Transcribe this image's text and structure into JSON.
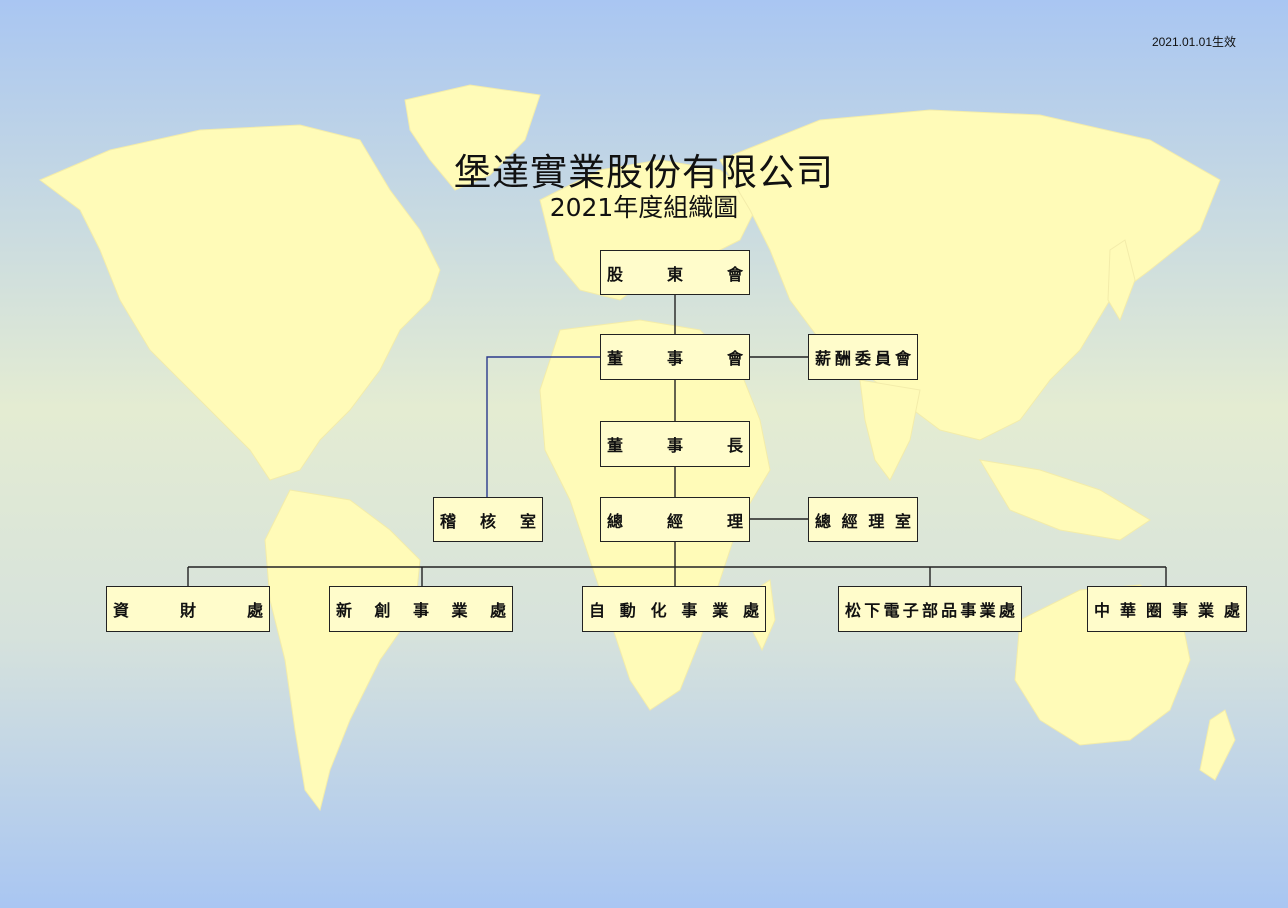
{
  "effective_date": "2021.01.01生效",
  "title": "堡達實業股份有限公司",
  "subtitle": "2021年度組織圖",
  "colors": {
    "sky_top": "#a9c6f2",
    "sky_mid": "#dfe9d8",
    "land": "#fffbb8",
    "box_fill": "#fffccb",
    "line": "#222222",
    "audit_line": "#2b3a8c"
  },
  "nodes": {
    "shareholders": "股東會",
    "board": "董事會",
    "remuneration": "薪酬委員會",
    "chairman": "董事長",
    "audit": "稽核室",
    "gm": "總經理",
    "gm_office": "總經理室",
    "finance": "資財處",
    "innovation": "新創事業處",
    "automation": "自動化事業處",
    "panasonic": "松下電子部品事業處",
    "greater_china": "中華圈事業處"
  }
}
